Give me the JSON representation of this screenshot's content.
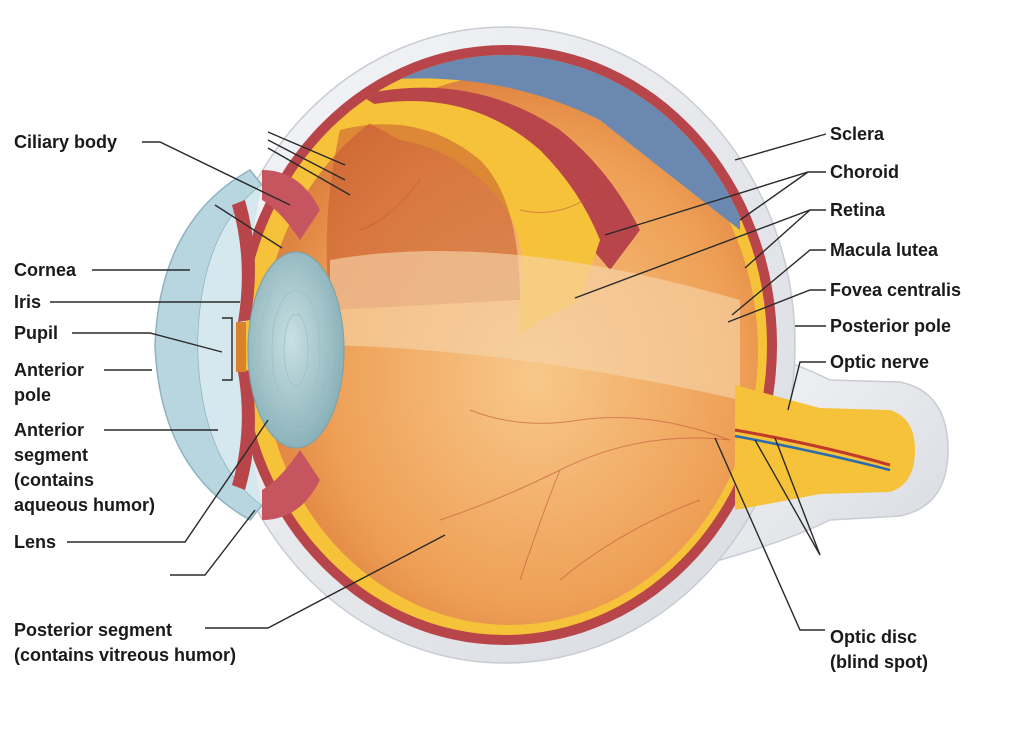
{
  "labels": {
    "ciliary_body": "Ciliary body",
    "cornea": "Cornea",
    "iris": "Iris",
    "pupil": "Pupil",
    "anterior_pole": [
      "Anterior",
      "pole"
    ],
    "anterior_segment": [
      "Anterior",
      "segment",
      "(contains",
      "aqueous humor)"
    ],
    "lens": "Lens",
    "posterior_segment": [
      "Posterior segment",
      "(contains vitreous humor)"
    ],
    "sclera": "Sclera",
    "choroid": "Choroid",
    "retina": "Retina",
    "macula_lutea": "Macula lutea",
    "fovea_centralis": "Fovea centralis",
    "posterior_pole": "Posterior pole",
    "optic_nerve": "Optic nerve",
    "optic_disc": [
      "Optic disc",
      "(blind spot)"
    ]
  },
  "colors": {
    "sclera": "#e6e8ec",
    "choroid": "#b8454a",
    "retina": "#f5c23a",
    "vitreous": "#f0a860",
    "cornea": "#b8d6e0",
    "lens": "#a9c9cf",
    "upper_cavity": "#6b88b0"
  }
}
